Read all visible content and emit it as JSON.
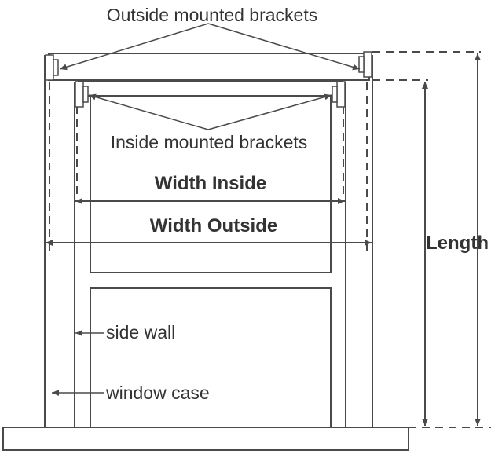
{
  "labels": {
    "outside_brackets": "Outside mounted brackets",
    "inside_brackets": "Inside mounted brackets",
    "width_inside": "Width Inside",
    "width_outside": "Width Outside",
    "length": "Length",
    "side_wall": "side wall",
    "window_case": "window case"
  }
}
